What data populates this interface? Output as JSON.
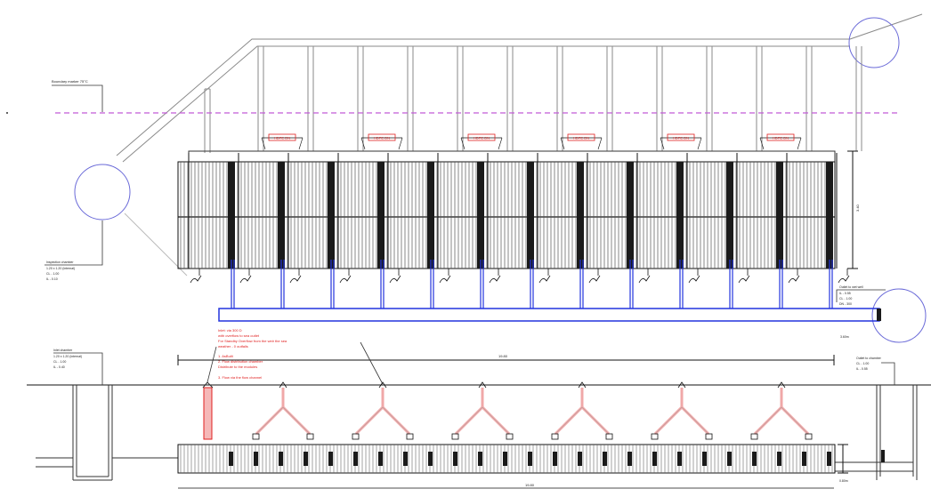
{
  "colors": {
    "line": "#111111",
    "light_line": "#8a8a8a",
    "dark_fill": "#1a1a1a",
    "guide": "#c25bd6",
    "pipe": "#2233dd",
    "circle": "#6a6ad8",
    "red": "#e02020",
    "red_fill": "#f5b8b8",
    "pink": "#f0a8a8",
    "text": "#222222"
  },
  "plan_view": {
    "module_count": 6,
    "bay_count": 13,
    "drop_count": 13,
    "red_label": "HDPE DN",
    "dimension_right": "3.40",
    "callout_top_left": {
      "lines": [
        "Boundary marker 75°C"
      ]
    },
    "callout_left": {
      "lines": [
        "Inspection chamber",
        "1.20 x 1.20 (internal)",
        "CL - 1.00",
        "IL - 0.10"
      ]
    },
    "callout_right": {
      "lines": [
        "Outlet to wet well",
        "IL - 0.55",
        "CL - 1.00",
        "DN - 300"
      ]
    },
    "callout_right_small": "3.60m"
  },
  "section_view": {
    "dimension_top": "19.80",
    "dimension_bottom": "19.80",
    "dimension_right": "0.80m",
    "tee_count": 6,
    "red_note": {
      "lines": [
        "Inlet: via 300 D",
        "with overflow to sea outlet",
        "For Standby Overflow from the weir the sea",
        "weather - 0 outfalls",
        "",
        "1. AsBuilt",
        "2. Flow distribution chamber",
        "   Distribute to the modules",
        "",
        "3. Flow via the flow channel"
      ]
    },
    "callout_left": {
      "lines": [
        "Inlet chamber",
        "1.20 x 1.20 (internal)",
        "CL - 1.00",
        "IL - 0.40"
      ]
    },
    "callout_right": {
      "lines": [
        "Outlet to chamber",
        "CL - 1.00",
        "IL - 0.55"
      ]
    }
  }
}
